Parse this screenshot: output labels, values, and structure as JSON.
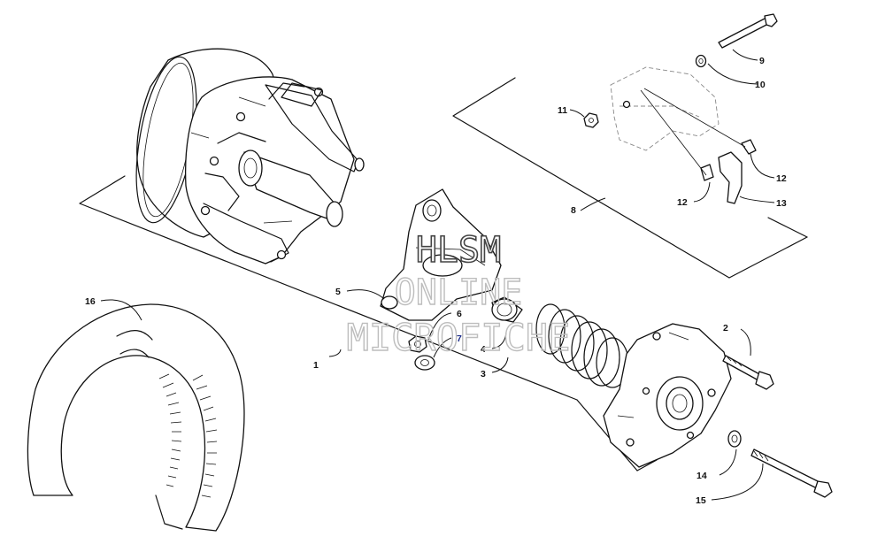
{
  "callouts": [
    {
      "id": "c1",
      "label": "1"
    },
    {
      "id": "c2",
      "label": "2"
    },
    {
      "id": "c3",
      "label": "3"
    },
    {
      "id": "c4",
      "label": "4"
    },
    {
      "id": "c5",
      "label": "5"
    },
    {
      "id": "c6",
      "label": "6"
    },
    {
      "id": "c7",
      "label": "7"
    },
    {
      "id": "c8",
      "label": "8"
    },
    {
      "id": "c9",
      "label": "9"
    },
    {
      "id": "c10",
      "label": "10"
    },
    {
      "id": "c11",
      "label": "11"
    },
    {
      "id": "c12a",
      "label": "12"
    },
    {
      "id": "c12b",
      "label": "12"
    },
    {
      "id": "c13",
      "label": "13"
    },
    {
      "id": "c14",
      "label": "14"
    },
    {
      "id": "c15",
      "label": "15"
    },
    {
      "id": "c16",
      "label": "16"
    }
  ],
  "watermark": {
    "line1": "HLSM",
    "line2": "ONLINE",
    "line3": "MICROFICHE"
  }
}
